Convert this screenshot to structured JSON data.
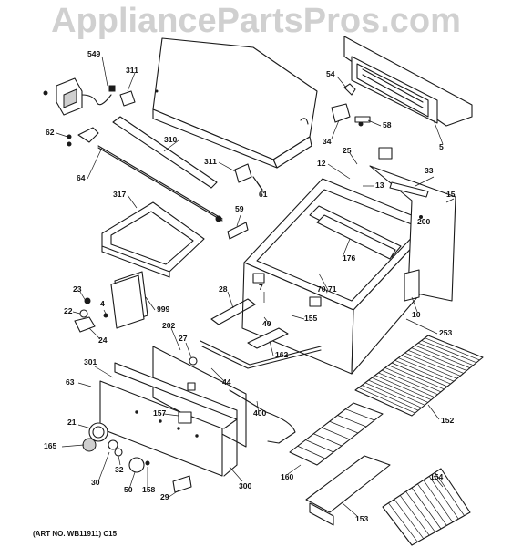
{
  "watermark": "AppliancePartsPros.com",
  "caption": "(ART NO. WB11911) C15",
  "callouts": [
    {
      "id": "549",
      "text": "549"
    },
    {
      "id": "311a",
      "text": "311"
    },
    {
      "id": "62",
      "text": "62"
    },
    {
      "id": "310",
      "text": "310"
    },
    {
      "id": "311b",
      "text": "311"
    },
    {
      "id": "64",
      "text": "64"
    },
    {
      "id": "61",
      "text": "61"
    },
    {
      "id": "317",
      "text": "317"
    },
    {
      "id": "59",
      "text": "59"
    },
    {
      "id": "54",
      "text": "54"
    },
    {
      "id": "58",
      "text": "58"
    },
    {
      "id": "34",
      "text": "34"
    },
    {
      "id": "5",
      "text": "5"
    },
    {
      "id": "25",
      "text": "25"
    },
    {
      "id": "12",
      "text": "12"
    },
    {
      "id": "13",
      "text": "13"
    },
    {
      "id": "33",
      "text": "33"
    },
    {
      "id": "15",
      "text": "15"
    },
    {
      "id": "200",
      "text": "200"
    },
    {
      "id": "176",
      "text": "176"
    },
    {
      "id": "70_71",
      "text": "70,71"
    },
    {
      "id": "10",
      "text": "10"
    },
    {
      "id": "253",
      "text": "253"
    },
    {
      "id": "23",
      "text": "23"
    },
    {
      "id": "22",
      "text": "22"
    },
    {
      "id": "4",
      "text": "4"
    },
    {
      "id": "24",
      "text": "24"
    },
    {
      "id": "999",
      "text": "999"
    },
    {
      "id": "28",
      "text": "28"
    },
    {
      "id": "7",
      "text": "7"
    },
    {
      "id": "40",
      "text": "40"
    },
    {
      "id": "155",
      "text": "155"
    },
    {
      "id": "202",
      "text": "202"
    },
    {
      "id": "27",
      "text": "27"
    },
    {
      "id": "162",
      "text": "162"
    },
    {
      "id": "63",
      "text": "63"
    },
    {
      "id": "301",
      "text": "301"
    },
    {
      "id": "44",
      "text": "44"
    },
    {
      "id": "157",
      "text": "157"
    },
    {
      "id": "400",
      "text": "400"
    },
    {
      "id": "152",
      "text": "152"
    },
    {
      "id": "21",
      "text": "21"
    },
    {
      "id": "165",
      "text": "165"
    },
    {
      "id": "32",
      "text": "32"
    },
    {
      "id": "30",
      "text": "30"
    },
    {
      "id": "50",
      "text": "50"
    },
    {
      "id": "158",
      "text": "158"
    },
    {
      "id": "29",
      "text": "29"
    },
    {
      "id": "300",
      "text": "300"
    },
    {
      "id": "160",
      "text": "160"
    },
    {
      "id": "154",
      "text": "154"
    },
    {
      "id": "153",
      "text": "153"
    }
  ]
}
